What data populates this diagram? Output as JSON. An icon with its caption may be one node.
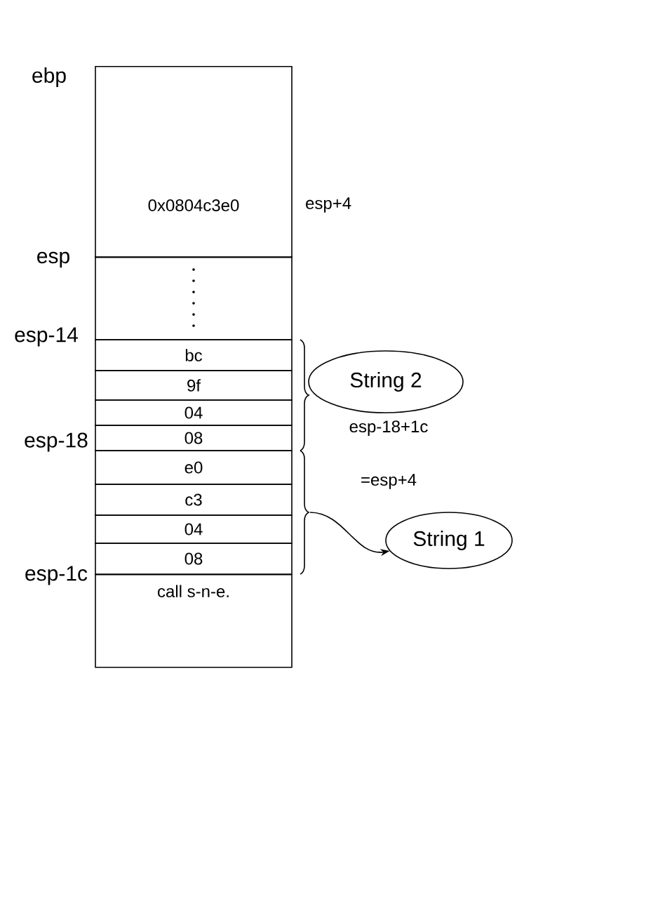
{
  "diagram": {
    "nodes": [
      {
        "text": [
          "0x0804c3e0"
        ],
        "beside": [
          "esp+4"
        ]
      },
      {
        "text": [
          "bc"
        ]
      },
      {
        "text": [
          "9f"
        ]
      },
      {
        "text": [
          "04"
        ]
      },
      {
        "text": [
          "08"
        ]
      },
      {
        "text": [
          "e0"
        ]
      },
      {
        "text": [
          "c3"
        ]
      },
      {
        "text": [
          "04"
        ]
      },
      {
        "text": [
          "08"
        ]
      },
      {
        "text": [
          "call s-n-e."
        ]
      },
      {
        "text": [
          "String 2"
        ]
      },
      {
        "text": [
          "String 1"
        ]
      }
    ],
    "edges": [
      {
        "from": null,
        "to": 11,
        "arrow": "to"
      }
    ],
    "labels": [
      "ebp",
      "esp",
      "esp-14",
      "esp-18",
      "esp-1c",
      "esp-18+1c",
      "=esp+4"
    ]
  }
}
